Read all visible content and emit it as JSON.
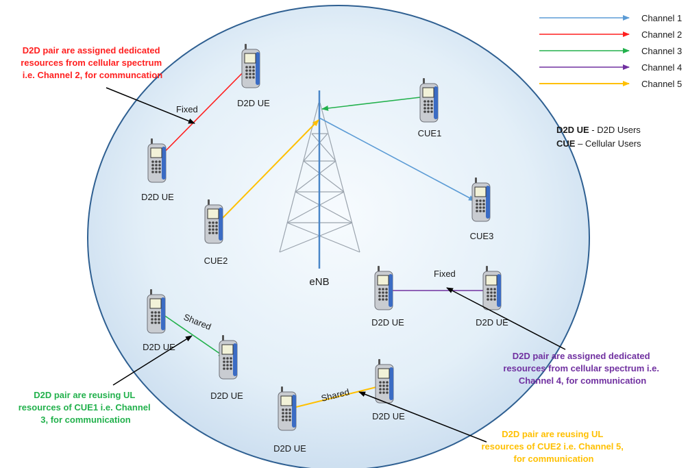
{
  "legend": {
    "items": [
      {
        "label": "Channel 1",
        "color": "#5b9bd5"
      },
      {
        "label": "Channel 2",
        "color": "#ff1f1f"
      },
      {
        "label": "Channel 3",
        "color": "#22b14c"
      },
      {
        "label": "Channel 4",
        "color": "#7030a0"
      },
      {
        "label": "Channel 5",
        "color": "#ffc000"
      }
    ],
    "defs": [
      {
        "term": "D2D UE",
        "text": " - D2D Users"
      },
      {
        "term": "CUE",
        "text": " – Cellular Users"
      }
    ]
  },
  "tower_label": "eNB",
  "devices": {
    "d2d_label": "D2D UE",
    "cue1": "CUE1",
    "cue2": "CUE2",
    "cue3": "CUE3"
  },
  "link_labels": {
    "fixed": "Fixed",
    "shared": "Shared"
  },
  "notes": {
    "ch2": {
      "lines": [
        "D2D pair are assigned dedicated",
        "resources from cellular spectrum",
        "i.e. Channel 2, for communcation"
      ],
      "color": "#ff1f1f"
    },
    "ch4": {
      "lines": [
        "D2D pair are assigned dedicated",
        "resources from cellular spectrum i.e.",
        "Channel 4, for communication"
      ],
      "color": "#7030a0"
    },
    "ch3": {
      "lines": [
        "D2D pair are reusing UL",
        "resources of CUE1 i.e. Channel",
        "3, for communication"
      ],
      "color": "#22b14c"
    },
    "ch5": {
      "lines": [
        "D2D pair are reusing UL",
        "resources of CUE2 i.e. Channel 5,",
        "for communication"
      ],
      "color": "#ffc000"
    }
  }
}
